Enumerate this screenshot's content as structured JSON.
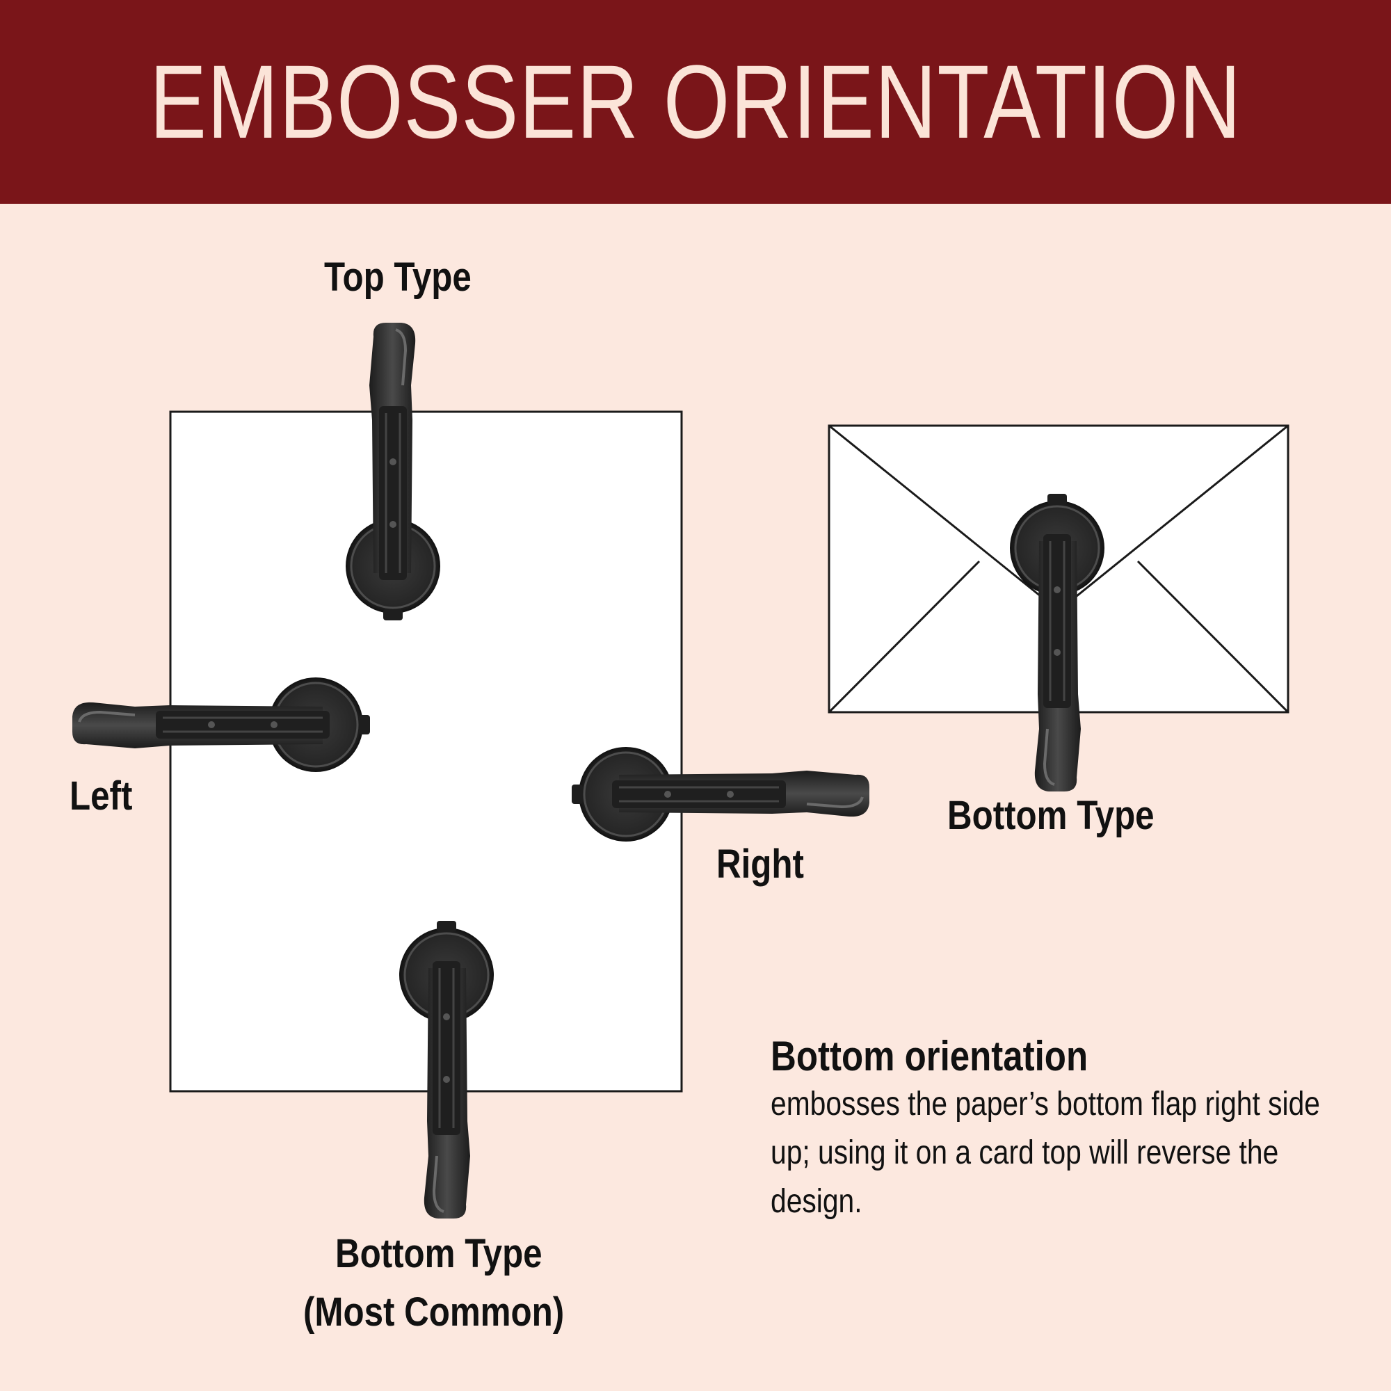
{
  "header": {
    "title": "EMBOSSER ORIENTATION"
  },
  "labels": {
    "top_type": "Top Type",
    "left": "Left",
    "right": "Right",
    "bottom_type_envelope": "Bottom Type",
    "bottom_type_main": "Bottom Type",
    "bottom_type_sub": "(Most Common)"
  },
  "note": {
    "title": "Bottom orientation",
    "body": "embosses the paper’s bottom flap right side up; using it on a card top will reverse the design."
  },
  "colors": {
    "header_bg": "#7a1519",
    "header_text": "#fbe4d8",
    "page_bg": "#fce8df",
    "paper": "#ffffff",
    "embosser": "#2b2b2b"
  },
  "icons": [
    "embosser-top-icon",
    "embosser-left-icon",
    "embosser-right-icon",
    "embosser-bottom-icon",
    "embosser-envelope-icon",
    "envelope-icon",
    "paper-sheet-icon"
  ]
}
